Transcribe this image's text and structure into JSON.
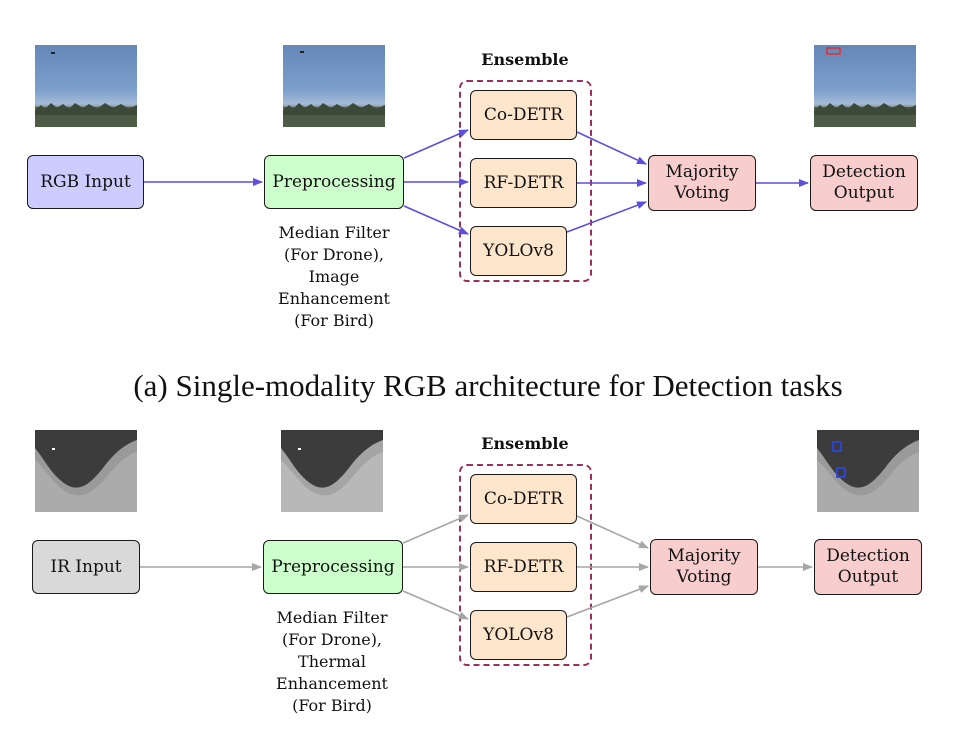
{
  "panel_rgb": {
    "input_label": "RGB Input",
    "preprocessing_label": "Preprocessing",
    "preprocessing_note": [
      "Median Filter",
      "(For Drone),",
      "Image",
      "Enhancement",
      "(For Bird)"
    ],
    "ensemble_label": "Ensemble",
    "models": [
      "Co-DETR",
      "RF-DETR",
      "YOLOv8"
    ],
    "voting_label": [
      "Majority",
      "Voting"
    ],
    "output_label": [
      "Detection",
      "Output"
    ],
    "caption": "(a) Single-modality RGB architecture for Detection tasks",
    "arrow_color": "#5b4fdb",
    "input_color": "#ccccff"
  },
  "panel_ir": {
    "input_label": "IR Input",
    "preprocessing_label": "Preprocessing",
    "preprocessing_note": [
      "Median Filter",
      "(For Drone),",
      "Thermal",
      "Enhancement",
      "(For Bird)"
    ],
    "ensemble_label": "Ensemble",
    "models": [
      "Co-DETR",
      "RF-DETR",
      "YOLOv8"
    ],
    "voting_label": [
      "Majority",
      "Voting"
    ],
    "output_label": [
      "Detection",
      "Output"
    ],
    "arrow_color": "#a6a6a6",
    "input_color": "#d9d9d9"
  },
  "colors": {
    "preprocessing": "#ccffcc",
    "model": "#fde6cb",
    "voting_output": "#f7cdcd",
    "ensemble_border": "#9c2f5c"
  }
}
